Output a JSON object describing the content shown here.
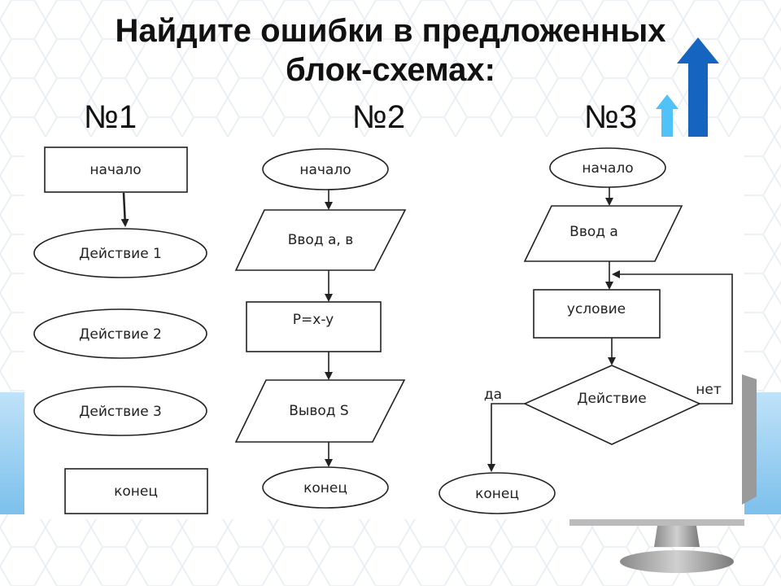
{
  "title": {
    "line1": "Найдите ошибки в предложенных",
    "line2": "блок-схемах:"
  },
  "diagrams": {
    "d1": {
      "label": "№1",
      "start": "начало",
      "action1": "Действие 1",
      "action2": "Действие 2",
      "action3": "Действие 3",
      "end": "конец"
    },
    "d2": {
      "label": "№2",
      "start": "начало",
      "input": "Ввод а, в",
      "process": "P=x-y",
      "output": "Вывод S",
      "end": "конец"
    },
    "d3": {
      "label": "№3",
      "start": "начало",
      "input": "Ввод а",
      "condition": "условие",
      "decision": "Действие",
      "yes": "да",
      "no": "нет",
      "end": "конец"
    }
  },
  "colors": {
    "arrow_dark": "#1565c0",
    "arrow_light": "#4fc3f7",
    "hex_pattern": "#d8e3ee",
    "blue_band": "#9fd0f2"
  },
  "decoration": {
    "icons": [
      "up-arrow-icon",
      "monitor-stand-icon"
    ]
  }
}
